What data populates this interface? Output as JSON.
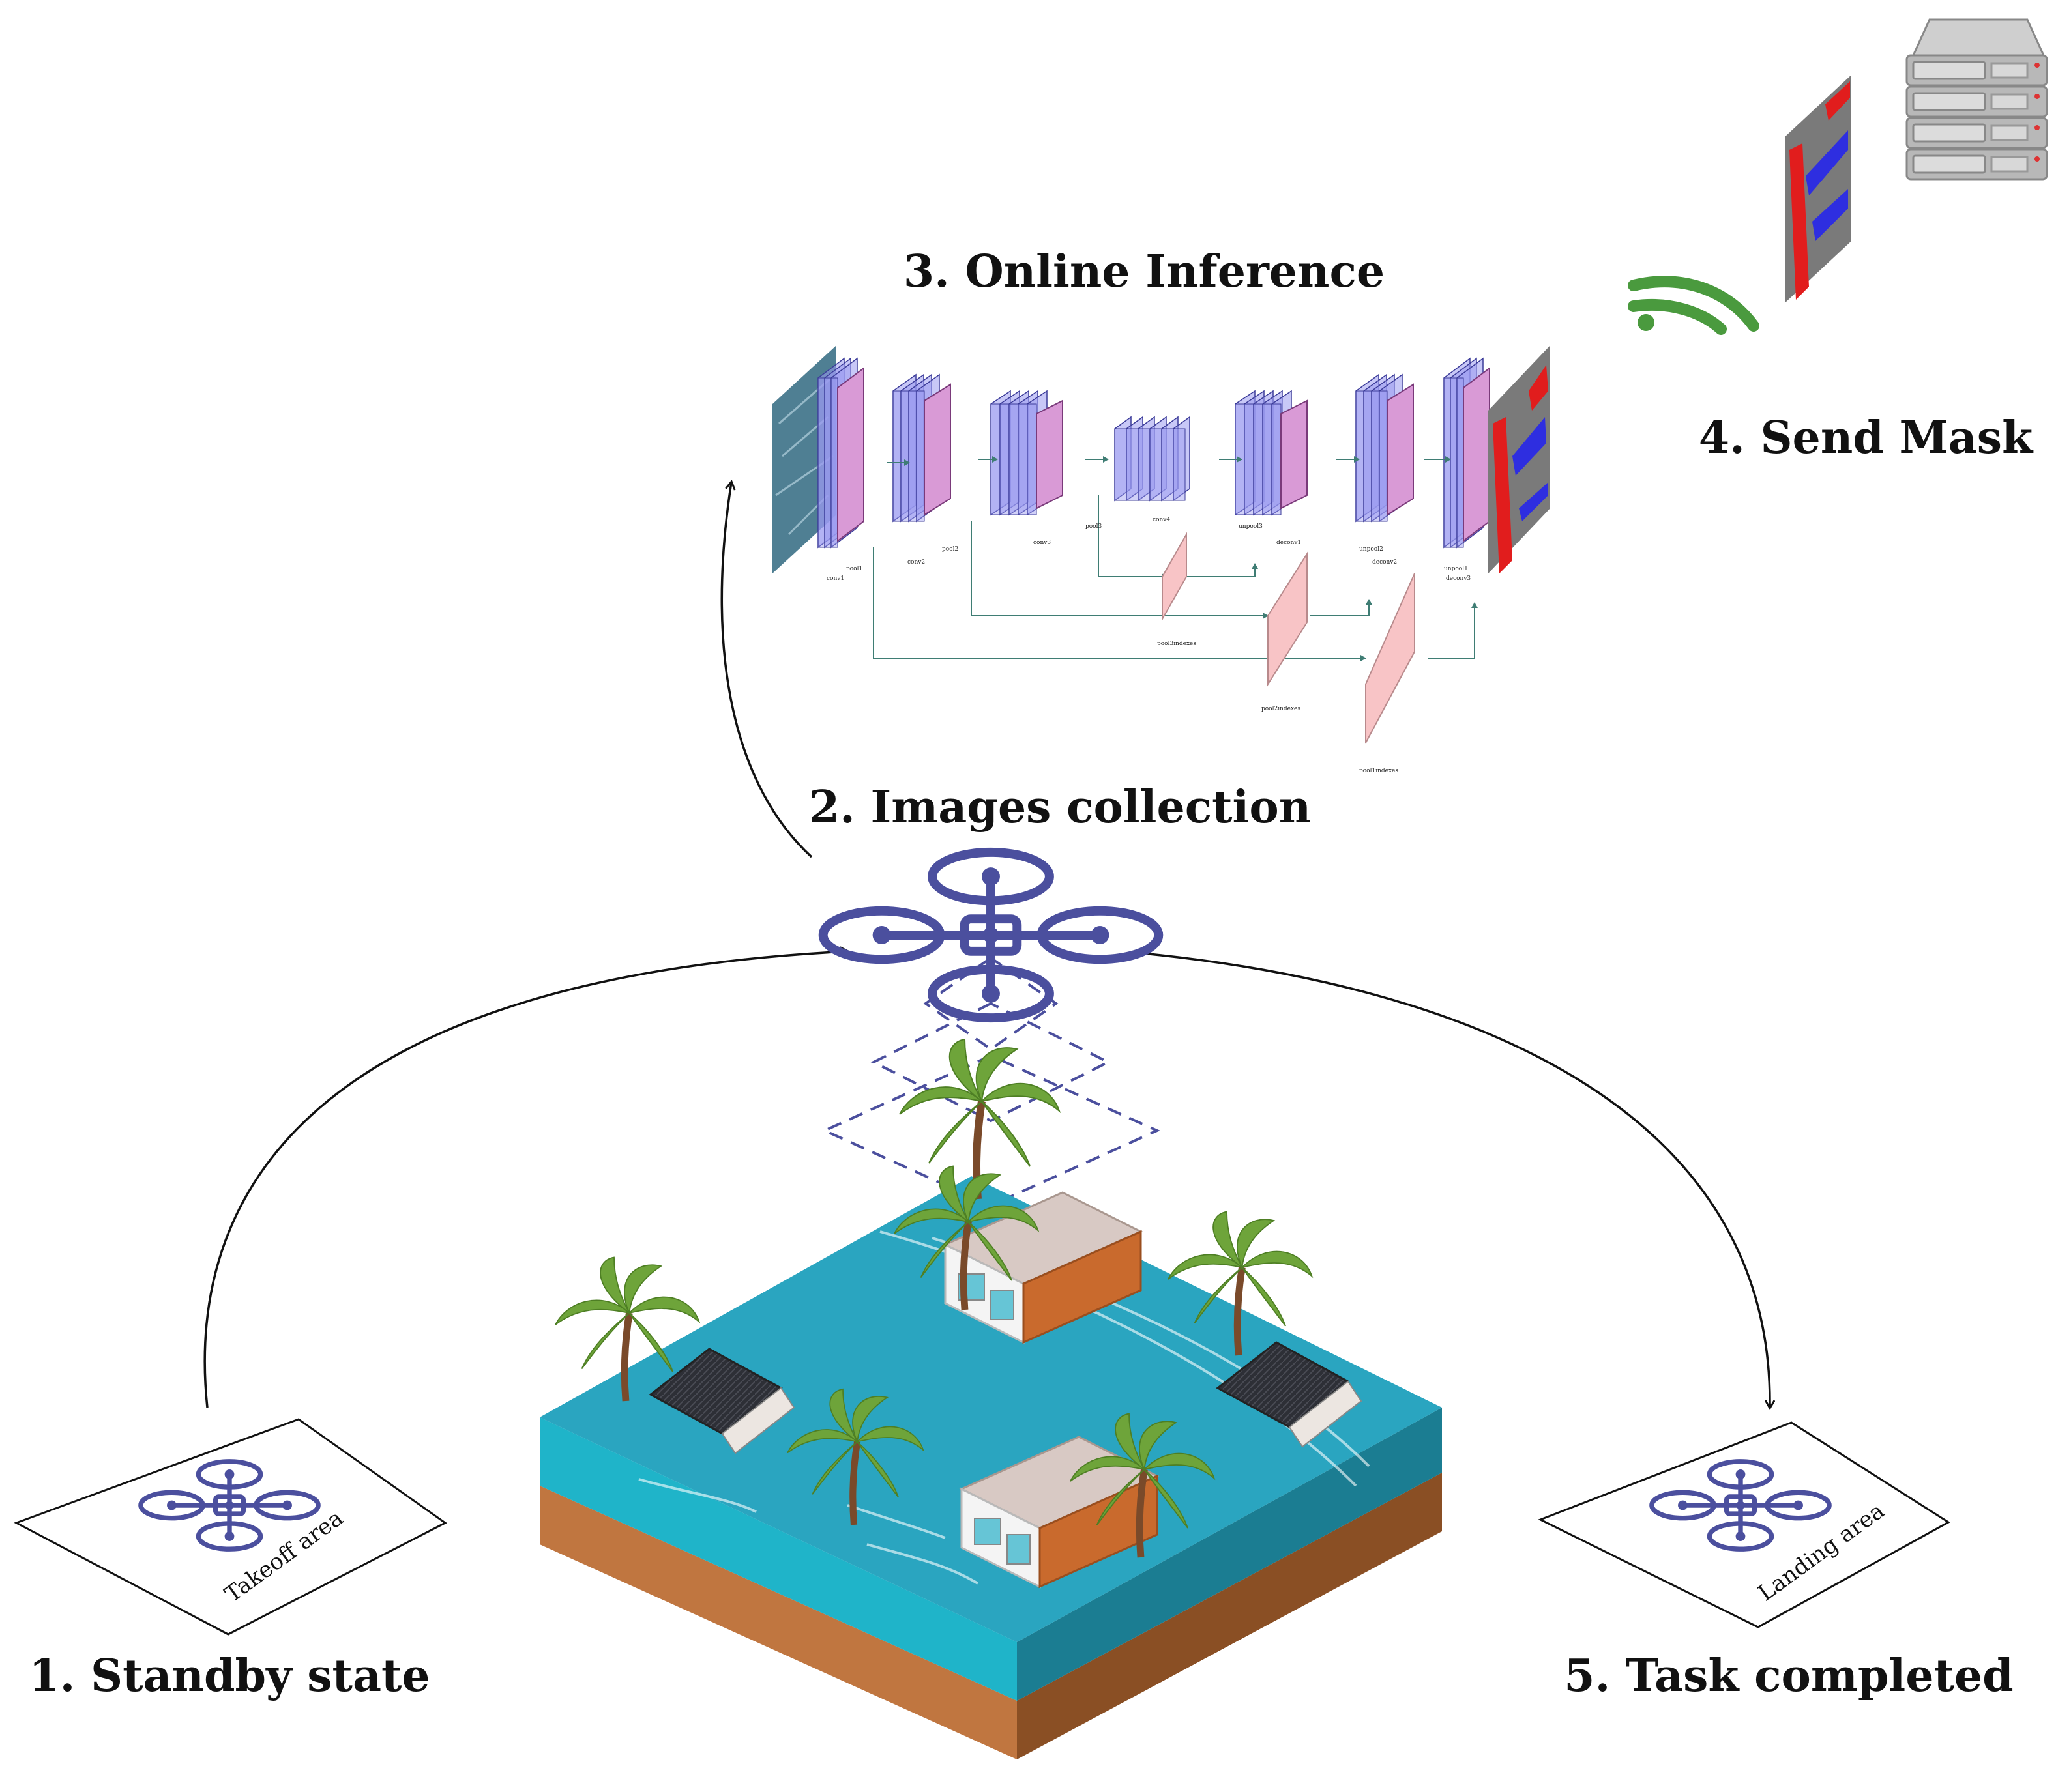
{
  "steps": {
    "s1": "1. Standby state",
    "s2": "2. Images collection",
    "s3": "3. Online Inference",
    "s4": "4. Send Mask",
    "s5": "5. Task completed"
  },
  "areas": {
    "takeoff": "Takeoff area",
    "landing": "Landing area"
  },
  "network": {
    "layers": [
      "conv1",
      "pool1",
      "conv2",
      "pool2",
      "conv3",
      "pool3",
      "conv4",
      "unpool3",
      "deconv1",
      "unpool2",
      "deconv2",
      "unpool1",
      "deconv3"
    ],
    "indices": [
      "pool3indexes",
      "pool2indexes",
      "pool1indexes"
    ]
  },
  "colors": {
    "drone": "#4b4f9e",
    "water": "#2aa5c0",
    "soil": "#b5683a",
    "wifi": "#4a9a3e",
    "layer_blue": "#9a9af0",
    "layer_pink": "#d99ad6",
    "index_pink": "#f8c4c6"
  },
  "icons": [
    "drone-icon",
    "wifi-icon",
    "server-icon",
    "mask-image",
    "flood-scene"
  ]
}
